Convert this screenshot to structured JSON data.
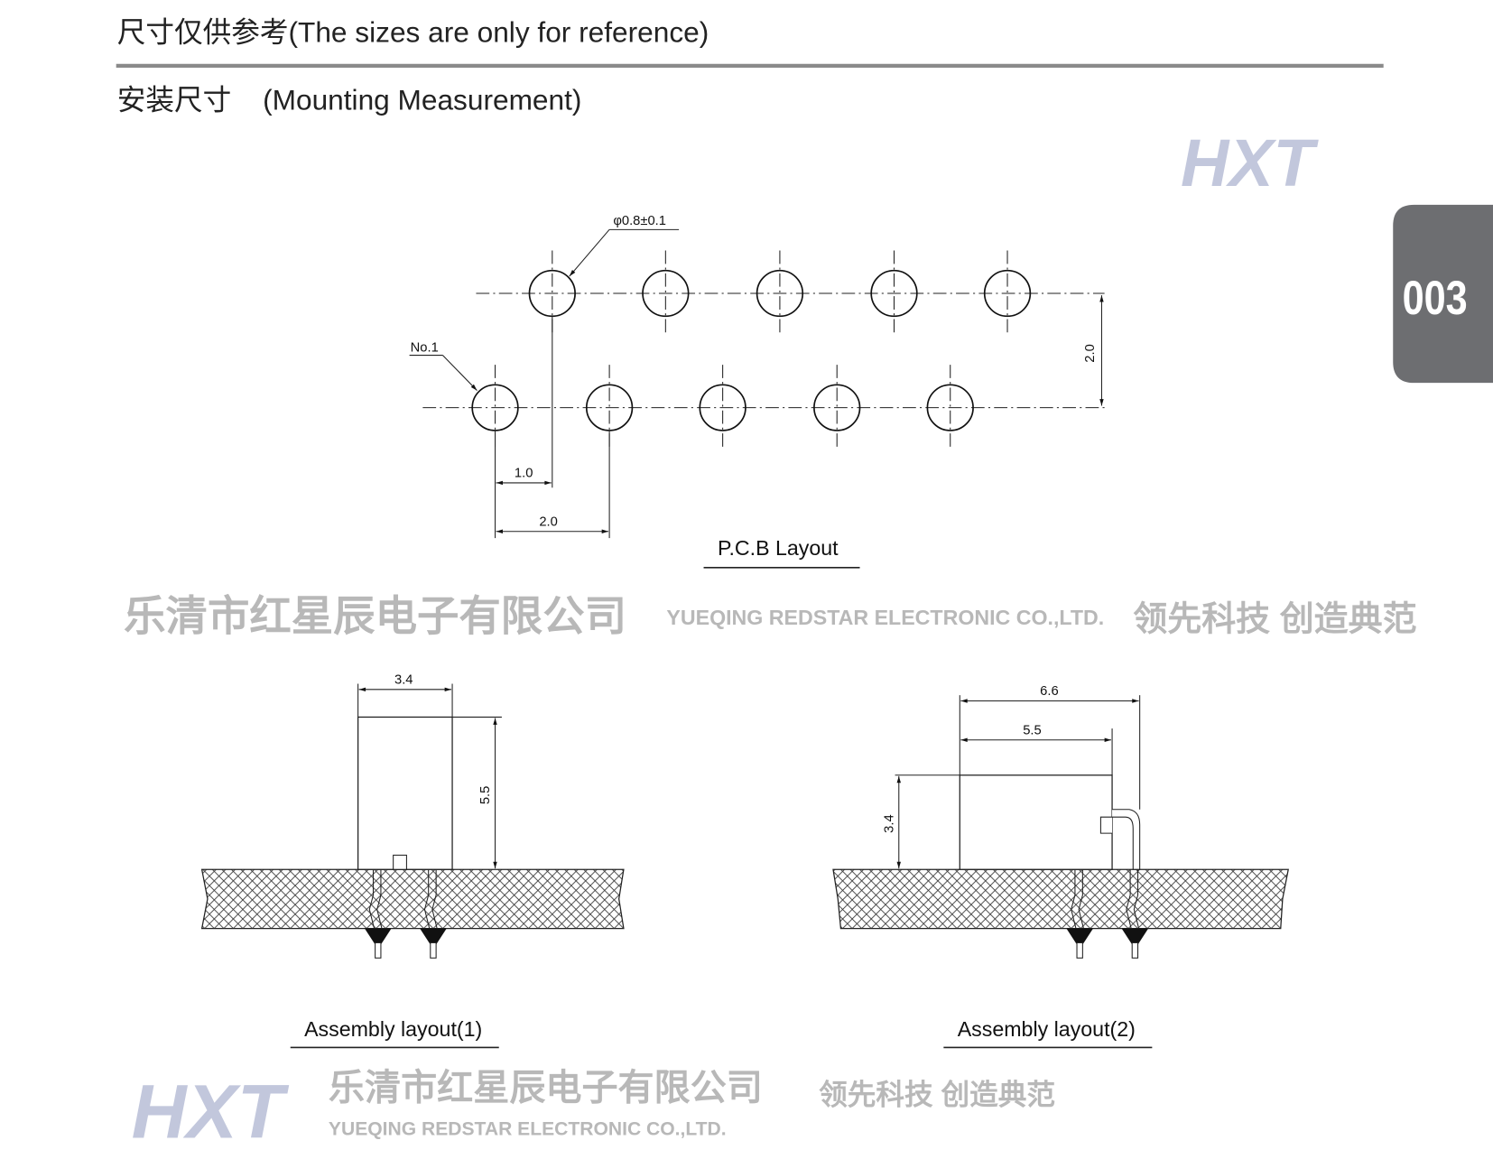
{
  "header": {
    "title": "尺寸仅供参考(The sizes are only for reference)",
    "subtitle_cn": "安装尺寸",
    "subtitle_en": "(Mounting Measurement)"
  },
  "page_tab": {
    "label": "003",
    "color": "#6d6e71"
  },
  "pcb_layout": {
    "caption": "P.C.B Layout",
    "hole_diameter": "φ0.8±0.1",
    "pin_one_label": "No.1",
    "dim_row_spacing": "2.0",
    "dim_offset": "1.0",
    "dim_pitch": "2.0"
  },
  "assembly1": {
    "caption": "Assembly layout(1)",
    "dim_width": "3.4",
    "dim_height": "5.5"
  },
  "assembly2": {
    "caption": "Assembly layout(2)",
    "dim_total": "6.6",
    "dim_body": "5.5",
    "dim_height": "3.4"
  },
  "watermark": {
    "logo": "HXT",
    "company_cn": "乐清市红星辰电子有限公司",
    "company_en": "YUEQING REDSTAR ELECTRONIC CO.,LTD.",
    "slogan": "领先科技  创造典范"
  }
}
